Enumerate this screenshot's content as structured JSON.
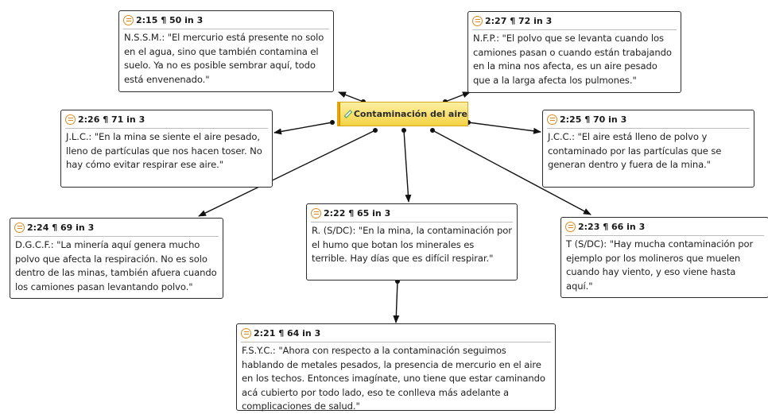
{
  "code": {
    "label": "Contaminación del aire"
  },
  "quotes": [
    {
      "id": "2:15 ¶ 50 in 3",
      "text": "N.S.S.M.:  \"El mercurio está presente no solo en el agua, sino que también contamina el suelo. Ya no es posible sembrar aquí, todo está envenenado.\""
    },
    {
      "id": "2:27 ¶ 72 in 3",
      "text": "N.F.P.:  \"El polvo que se levanta cuando los camiones pasan o cuando están trabajando en la mina nos afecta, es un aire pesado que a la larga afecta los pulmones.\""
    },
    {
      "id": "2:26 ¶ 71 in 3",
      "text": "J.L.C.:  \"En la mina se siente el aire pesado, lleno de partículas que nos hacen toser. No hay cómo evitar respirar ese aire.\""
    },
    {
      "id": "2:25 ¶ 70 in 3",
      "text": "J.C.C.:  \"El aire está lleno de polvo y contaminado por las partículas que se generan dentro y fuera de la mina.\""
    },
    {
      "id": "2:24 ¶ 69 in 3",
      "text": "D.G.C.F.:  \"La minería aquí genera mucho polvo que afecta la respiración. No es solo dentro de las minas, también afuera cuando los camiones pasan levantando polvo.\""
    },
    {
      "id": "2:22 ¶ 65 in 3",
      "text": "R. (S/DC):  \"En la mina, la contaminación por el humo que botan los minerales es terrible. Hay días que es difícil respirar.\""
    },
    {
      "id": "2:23 ¶ 66 in 3",
      "text": "T (S/DC):  \"Hay mucha contaminación por ejemplo por los molineros que muelen cuando hay viento, y eso viene hasta aquí.\""
    },
    {
      "id": "2:21 ¶ 64 in 3",
      "text": "F.S.Y.C.:  \"Ahora con respecto a la contaminación seguimos hablando de metales pesados, la presencia de mercurio en el aire en los techos. Entonces imagínate, uno tiene que estar caminando acá cubierto por todo lado, eso te conlleva más adelante a complicaciones de salud.\""
    }
  ]
}
